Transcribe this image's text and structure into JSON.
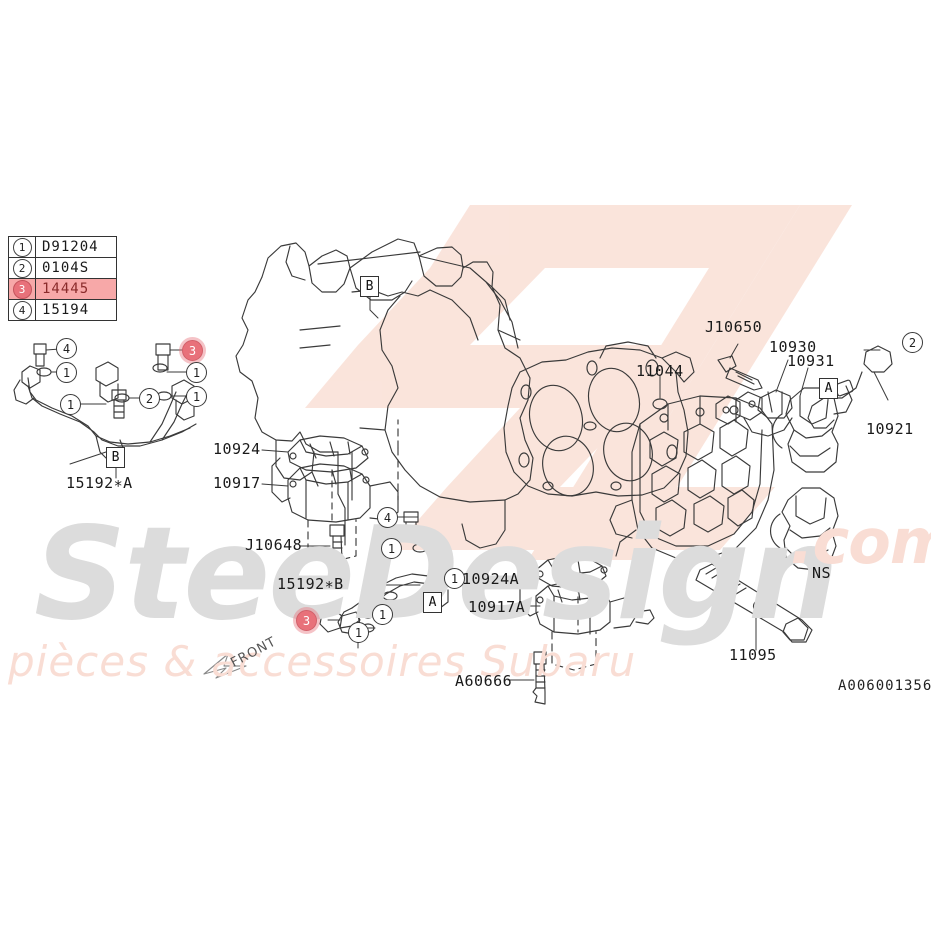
{
  "diagram": {
    "code": "A006001356",
    "front_marker": "FRONT",
    "ns_label": "NS"
  },
  "legend": {
    "rows": [
      {
        "num": "1",
        "part": "D91204",
        "highlighted": false
      },
      {
        "num": "2",
        "part": "0104S",
        "highlighted": false
      },
      {
        "num": "3",
        "part": "14445",
        "highlighted": true
      },
      {
        "num": "4",
        "part": "15194",
        "highlighted": false
      }
    ]
  },
  "part_labels": [
    {
      "id": "l-15192a",
      "text": "15192∗A"
    },
    {
      "id": "l-10924",
      "text": "10924"
    },
    {
      "id": "l-10917",
      "text": "10917"
    },
    {
      "id": "l-j10648",
      "text": "J10648"
    },
    {
      "id": "l-15192b",
      "text": "15192∗B"
    },
    {
      "id": "l-11044",
      "text": "11044"
    },
    {
      "id": "l-j10650",
      "text": "J10650"
    },
    {
      "id": "l-10930",
      "text": "10930"
    },
    {
      "id": "l-10931",
      "text": "10931"
    },
    {
      "id": "l-10921",
      "text": "10921"
    },
    {
      "id": "l-10924a",
      "text": "10924A"
    },
    {
      "id": "l-10917a",
      "text": "10917A"
    },
    {
      "id": "l-a60666",
      "text": "A60666"
    },
    {
      "id": "l-11095",
      "text": "11095"
    },
    {
      "id": "l-ns",
      "text": "NS"
    }
  ],
  "callouts": [
    {
      "id": "c1",
      "num": "4",
      "highlighted": false
    },
    {
      "id": "c2",
      "num": "1",
      "highlighted": false
    },
    {
      "id": "c3",
      "num": "1",
      "highlighted": false
    },
    {
      "id": "c4",
      "num": "3",
      "highlighted": true
    },
    {
      "id": "c5",
      "num": "1",
      "highlighted": false
    },
    {
      "id": "c6",
      "num": "2",
      "highlighted": false
    },
    {
      "id": "c7",
      "num": "1",
      "highlighted": false
    },
    {
      "id": "c8",
      "num": "2",
      "highlighted": false
    },
    {
      "id": "c9",
      "num": "4",
      "highlighted": false
    },
    {
      "id": "c10",
      "num": "1",
      "highlighted": false
    },
    {
      "id": "c11",
      "num": "1",
      "highlighted": false
    },
    {
      "id": "c12",
      "num": "1",
      "highlighted": false
    },
    {
      "id": "c13",
      "num": "1",
      "highlighted": false
    },
    {
      "id": "c14",
      "num": "3",
      "highlighted": true
    }
  ],
  "section_refs": [
    {
      "id": "r-b1",
      "text": "B"
    },
    {
      "id": "r-b2",
      "text": "B"
    },
    {
      "id": "r-a1",
      "text": "A"
    },
    {
      "id": "r-a2",
      "text": "A"
    }
  ],
  "watermarks": {
    "brand_gray": "SteeDesign",
    "brand_dotcom": ".com",
    "tagline": "pièces & accessoires Subaru"
  },
  "colors": {
    "highlight_fill": "#e8717a",
    "legend_highlight": "#f7a8a8",
    "watermark_gray": "#dcdcdc",
    "watermark_pink": "#f9ddd4",
    "line": "#3a3a3a"
  }
}
